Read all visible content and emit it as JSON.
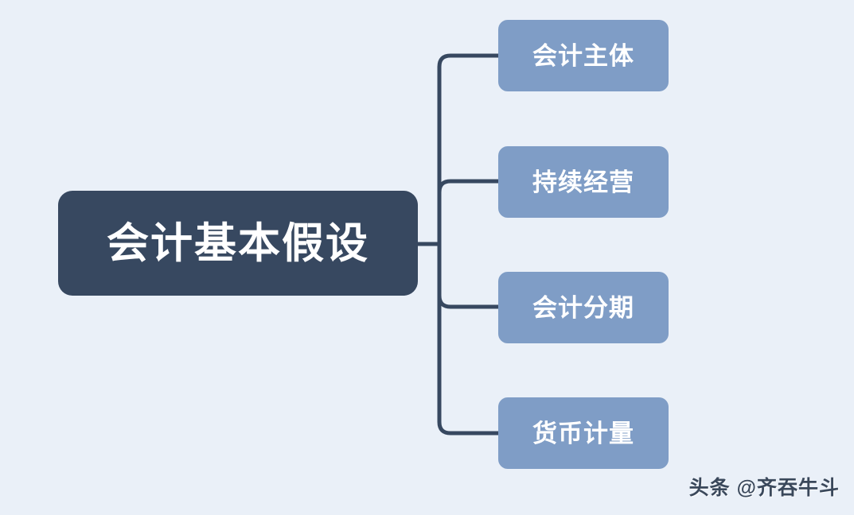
{
  "diagram": {
    "type": "mind-map",
    "orientation": "left-to-right",
    "background_color": "#eaf0f8",
    "root": {
      "label": "会计基本假设",
      "fill_color": "#374860",
      "text_color": "#ffffff"
    },
    "branch_color": "#374860",
    "children": [
      {
        "label": "会计主体",
        "fill_color": "#7f9dc6",
        "text_color": "#ffffff"
      },
      {
        "label": "持续经营",
        "fill_color": "#7f9dc6",
        "text_color": "#ffffff"
      },
      {
        "label": "会计分期",
        "fill_color": "#7f9dc6",
        "text_color": "#ffffff"
      },
      {
        "label": "货币计量",
        "fill_color": "#7f9dc6",
        "text_color": "#ffffff"
      }
    ]
  },
  "watermark": {
    "text": "头条 @齐吞牛斗"
  }
}
